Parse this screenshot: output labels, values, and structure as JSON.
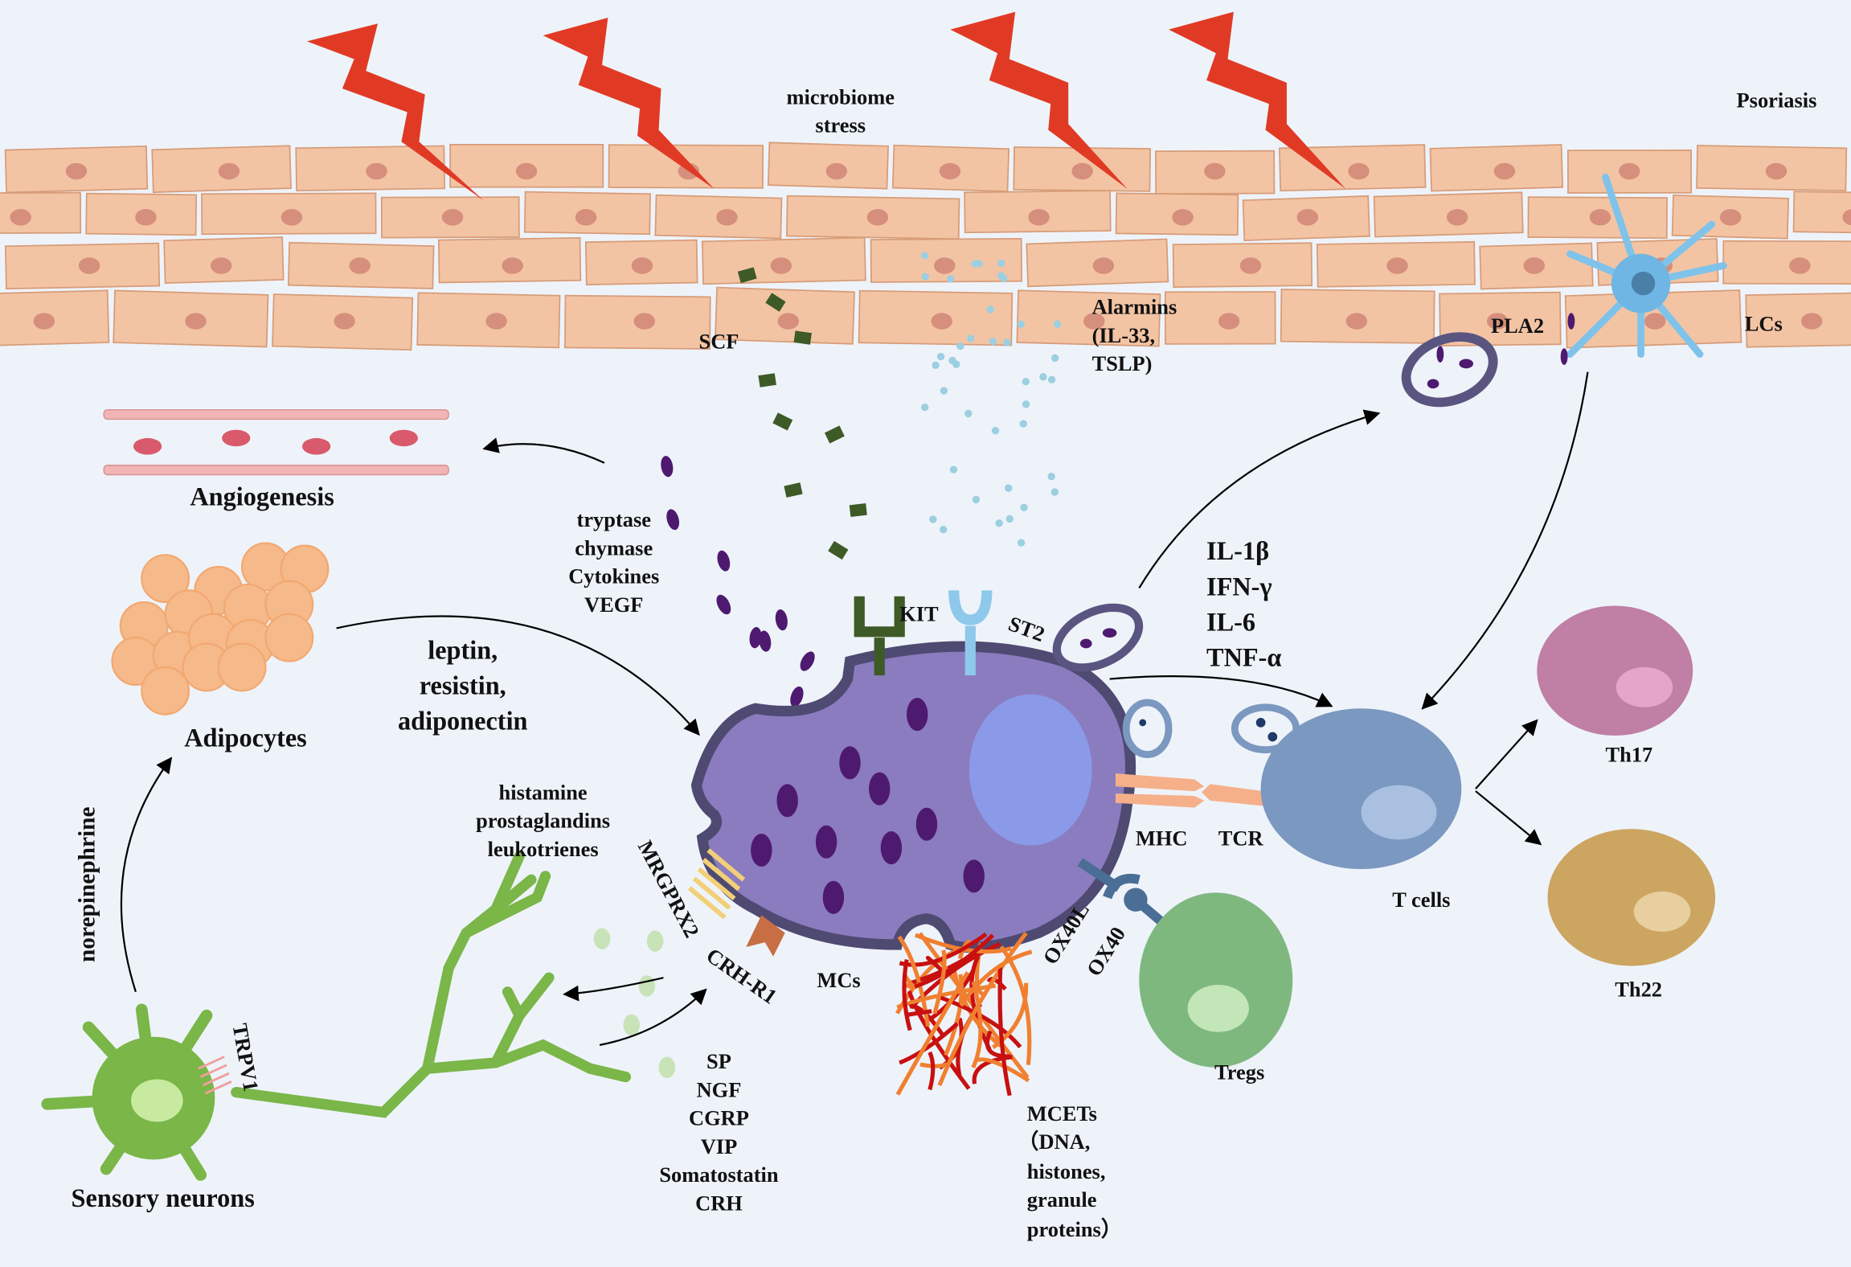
{
  "header": {
    "stimulus": [
      "microbiome",
      "stress"
    ],
    "disease": "Psoriasis"
  },
  "epidermis": {
    "scf": "SCF",
    "alarmins": [
      "Alarmins",
      "(IL-33,",
      "TSLP)"
    ],
    "pla2": "PLA2",
    "lcs": "LCs"
  },
  "angiogenesis": {
    "label": "Angiogenesis",
    "mediators": [
      "tryptase",
      "chymase",
      "Cytokines",
      "VEGF"
    ]
  },
  "adipocytes": {
    "label": "Adipocytes",
    "adipokines": [
      "leptin,",
      "resistin,",
      "adiponectin"
    ]
  },
  "neuron": {
    "label": "Sensory neurons",
    "receptor": "TRPV1",
    "signal": "norepinephrine",
    "mc_mediators": [
      "histamine",
      "prostaglandins",
      "leukotrienes"
    ],
    "neuropeptides": [
      "SP",
      "NGF",
      "CGRP",
      "VIP",
      "Somatostatin",
      "CRH"
    ]
  },
  "mast_cell": {
    "label": "MCs",
    "receptors": {
      "kit": "KIT",
      "st2": "ST2",
      "mrgprx2": "MRGPRX2",
      "crhr1": "CRH-R1",
      "mhc": "MHC",
      "ox40l": "OX40L"
    },
    "cytokines": [
      "IL-1β",
      "IFN-γ",
      "IL-6",
      "TNF-α"
    ],
    "mcets": [
      "MCETs",
      "（DNA,",
      "histones,",
      "granule",
      "proteins）"
    ]
  },
  "t_cells": {
    "label": "T cells",
    "tcr": "TCR",
    "ox40": "OX40",
    "th17": "Th17",
    "th22": "Th22",
    "tregs": "Tregs"
  },
  "colors": {
    "background": "#eef3fa",
    "skin": "#f3c4a4",
    "mast_cell": "#8b7cc0",
    "lightning": "#e03a25",
    "t_cell": "#7b98c0",
    "th17": "#c07fa5",
    "th22": "#cca560",
    "tregs": "#7fb87f",
    "neuron": "#7ab648"
  }
}
